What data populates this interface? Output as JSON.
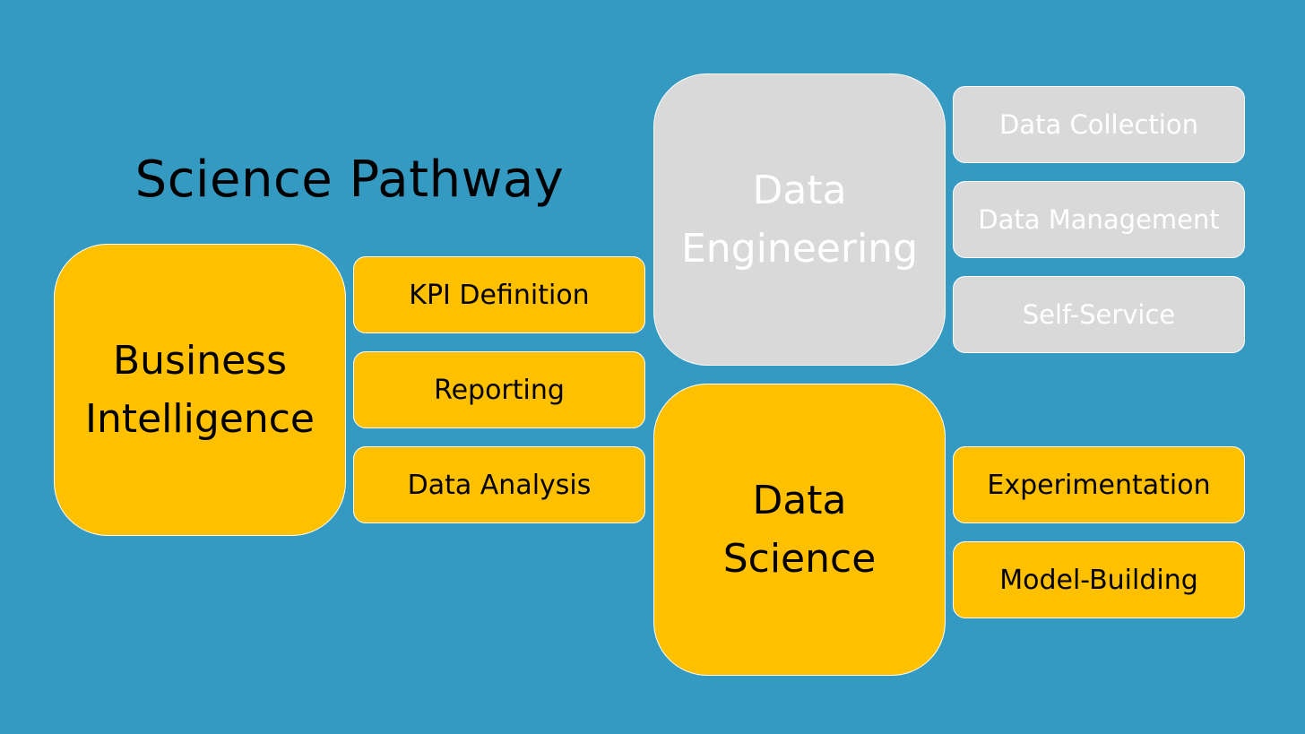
{
  "title": "Science Pathway",
  "business_intelligence": {
    "label_line1": "Business",
    "label_line2": "Intelligence",
    "items": [
      "KPI Definition",
      "Reporting",
      "Data Analysis"
    ]
  },
  "data_engineering": {
    "label_line1": "Data",
    "label_line2": "Engineering",
    "items": [
      "Data Collection",
      "Data Management",
      "Self-Service"
    ]
  },
  "data_science": {
    "label_line1": "Data",
    "label_line2": "Science",
    "items": [
      "Experimentation",
      "Model-Building"
    ]
  },
  "colors": {
    "background": "#359ac2",
    "active": "#ffc000",
    "inactive": "#d9d9d9",
    "border": "#ffffff"
  }
}
